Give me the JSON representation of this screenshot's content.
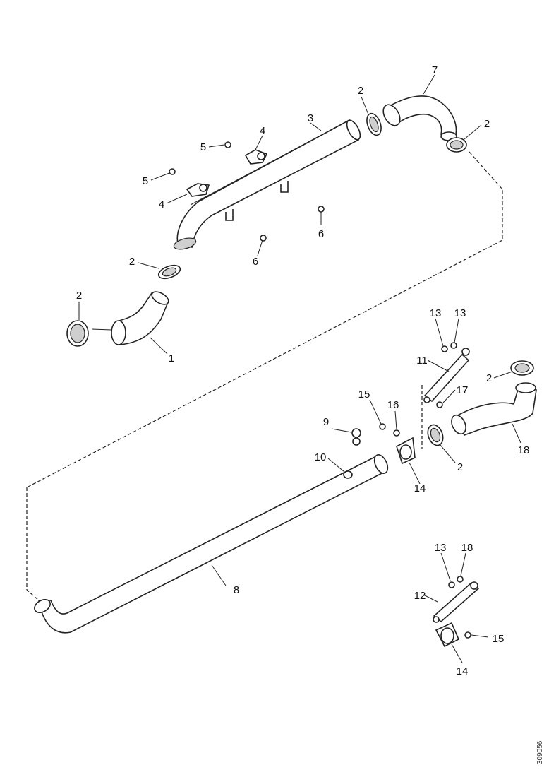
{
  "callouts": {
    "c1": "1",
    "c2": "2",
    "c3": "3",
    "c4": "4",
    "c5": "5",
    "c6": "6",
    "c7": "7",
    "c8": "8",
    "c9": "9",
    "c10": "10",
    "c11": "11",
    "c12": "12",
    "c13": "13",
    "c14": "14",
    "c15": "15",
    "c16": "16",
    "c17": "17",
    "c18": "18"
  },
  "drawing_ref": "309056"
}
